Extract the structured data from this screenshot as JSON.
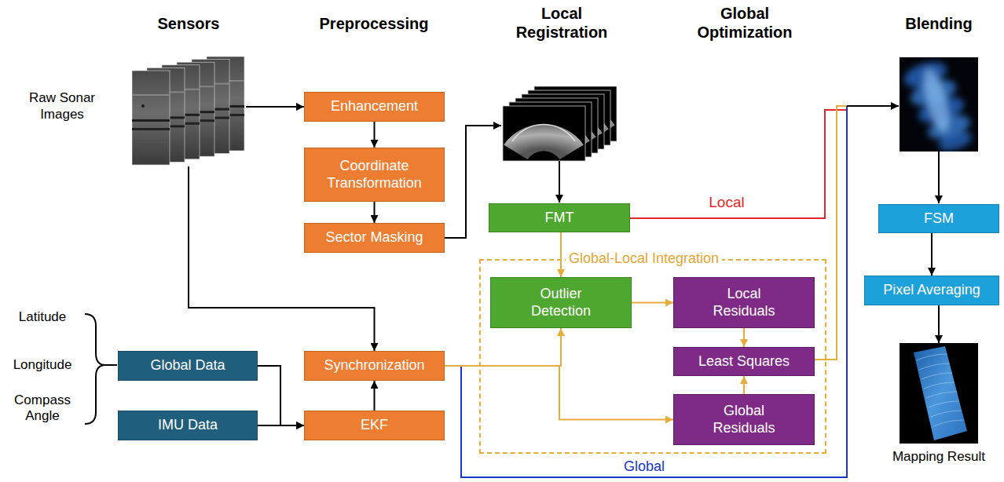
{
  "diagram": {
    "nodes": [
      {
        "text": [
          "Raw Sonar Images"
        ]
      },
      {
        "text": [
          "Global Data"
        ]
      },
      {
        "text": [
          "IMU Data"
        ]
      },
      {
        "text": [
          "Enhancement"
        ]
      },
      {
        "text": [
          "Coordinate Transformation"
        ]
      },
      {
        "text": [
          "Sector Masking"
        ]
      },
      {
        "text": [
          "Synchronization"
        ]
      },
      {
        "text": [
          "EKF"
        ]
      },
      {
        "text": [
          "FMT"
        ]
      },
      {
        "text": [
          "Global-Local Integration"
        ]
      },
      {
        "text": [
          "Outlier Detection"
        ],
        "in": 9
      },
      {
        "text": [
          "Local Residuals"
        ],
        "in": 9
      },
      {
        "text": [
          "Least Squares"
        ],
        "in": 9
      },
      {
        "text": [
          "Global Residuals"
        ],
        "in": 9
      },
      {
        "text": [
          "FSM"
        ]
      },
      {
        "text": [
          "Pixel Averaging"
        ]
      },
      {
        "text": [
          "Mapping Result"
        ]
      }
    ],
    "edges": [
      {
        "from": 0,
        "to": 3,
        "arrow": "to"
      },
      {
        "from": 0,
        "to": 6,
        "arrow": "to"
      },
      {
        "from": 3,
        "to": 4,
        "arrow": "to"
      },
      {
        "from": 4,
        "to": 5,
        "arrow": "to"
      },
      {
        "from": 1,
        "to": 7,
        "arrow": "to"
      },
      {
        "from": 2,
        "to": 7,
        "arrow": "to"
      },
      {
        "from": 7,
        "to": 6,
        "arrow": "to"
      },
      {
        "from": 8,
        "to": 10,
        "arrow": "to"
      },
      {
        "from": 6,
        "to": 10,
        "arrow": "to"
      },
      {
        "from": 6,
        "to": 13,
        "arrow": "to"
      },
      {
        "from": 10,
        "to": 11,
        "arrow": "to"
      },
      {
        "from": 11,
        "to": 12,
        "arrow": "to"
      },
      {
        "from": 13,
        "to": 12,
        "arrow": "to"
      },
      {
        "from": 14,
        "to": 15,
        "arrow": "to"
      },
      {
        "from": 15,
        "to": 16,
        "arrow": "to"
      }
    ],
    "labels": [
      "Sensors",
      "Preprocessing",
      "Local Registration",
      "Global Optimization",
      "Blending",
      "Latitude",
      "Longitude",
      "Compass Angle",
      "Local",
      "Global"
    ]
  }
}
